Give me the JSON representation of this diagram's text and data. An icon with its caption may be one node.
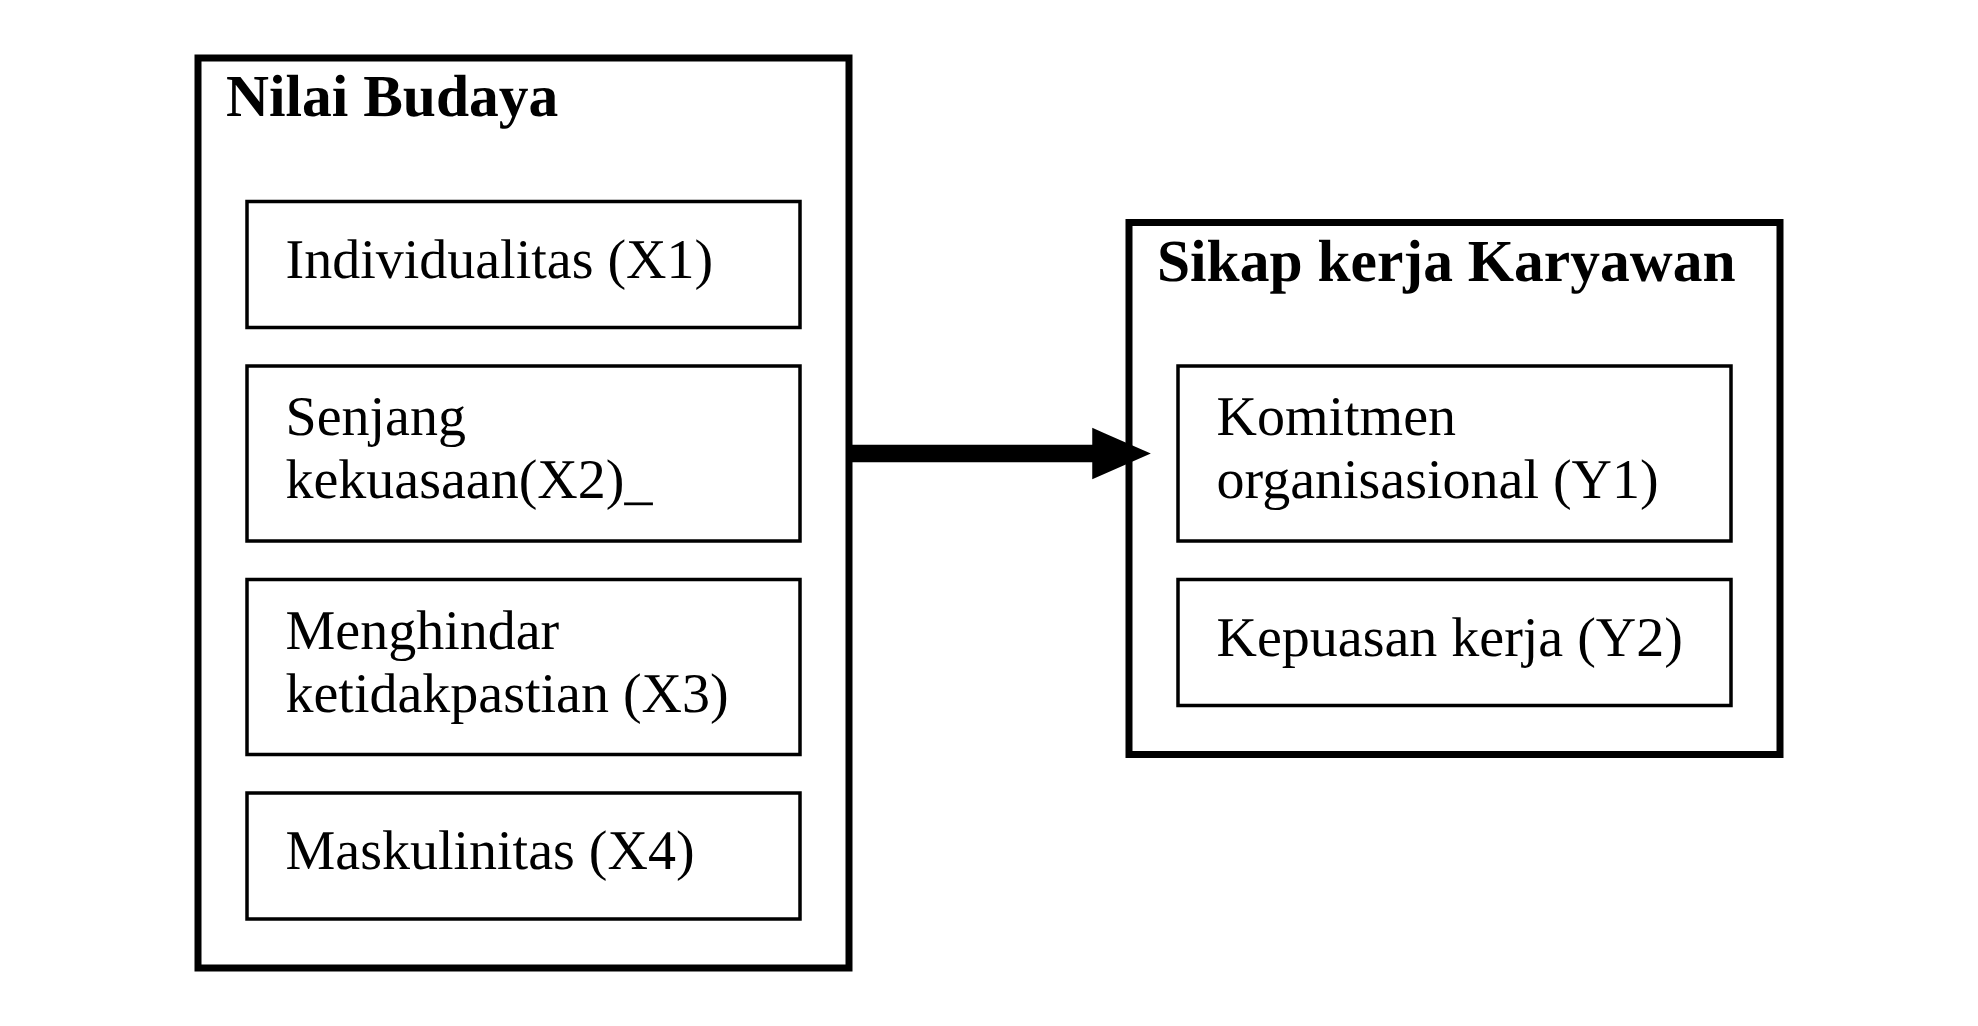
{
  "diagram": {
    "nodes": [
      {
        "text": [
          "Nilai Budaya"
        ]
      },
      {
        "text": [
          "Individualitas (X1)"
        ],
        "in": 0
      },
      {
        "text": [
          "Senjang kekuasaan(X2)_"
        ],
        "in": 0
      },
      {
        "text": [
          "Menghindar ketidakpastian (X3)"
        ],
        "in": 0
      },
      {
        "text": [
          "Maskulinitas (X4)"
        ],
        "in": 0
      },
      {
        "text": [
          "Sikap kerja Karyawan"
        ]
      },
      {
        "text": [
          "Komitmen organisasional (Y1)"
        ],
        "in": 5
      },
      {
        "text": [
          "Kepuasan kerja (Y2)"
        ],
        "in": 5
      }
    ],
    "edges": [
      {
        "from": 0,
        "to": 5,
        "arrow": "to"
      }
    ]
  }
}
